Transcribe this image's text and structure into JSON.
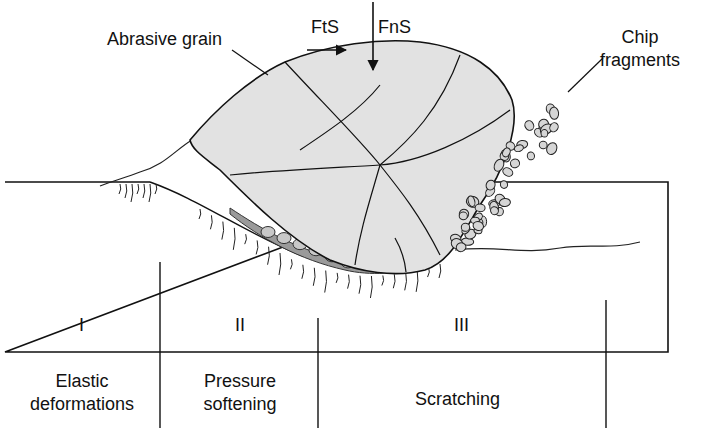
{
  "diagram": {
    "labels": [
      "Abrasive grain",
      "FtS",
      "FnS",
      "Chip fragments",
      "I",
      "II",
      "III",
      "Elastic deformations",
      "Pressure softening",
      "Scratching"
    ]
  }
}
